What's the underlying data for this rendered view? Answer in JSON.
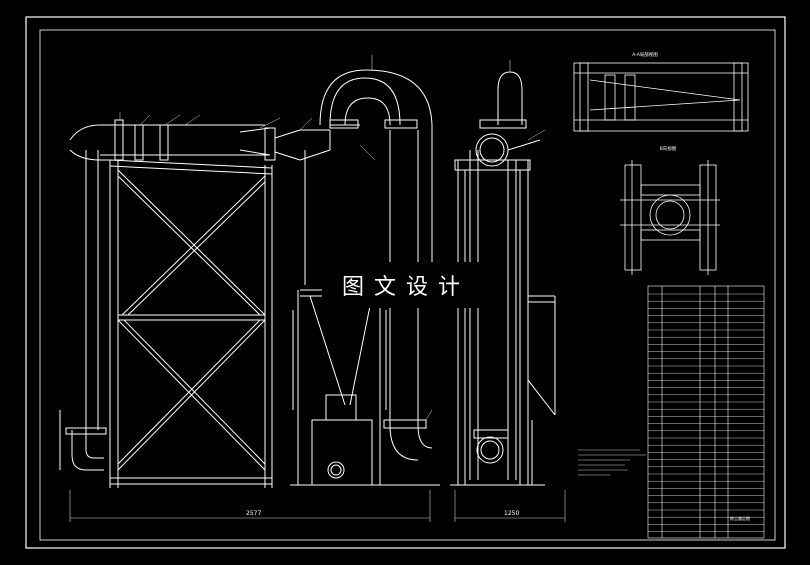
{
  "watermark": {
    "text": "图文设计"
  },
  "dimensions": {
    "front_width": "2577",
    "side_width": "1250"
  },
  "detail_views": {
    "top_detail_title": "A-A局部视图",
    "flange_detail_title": "B向视图"
  },
  "title_block": {
    "drawing_name": "除尘器总图"
  },
  "colors": {
    "background": "#000000",
    "lines": "#ffffff",
    "secondary": "#cfcfcf"
  }
}
